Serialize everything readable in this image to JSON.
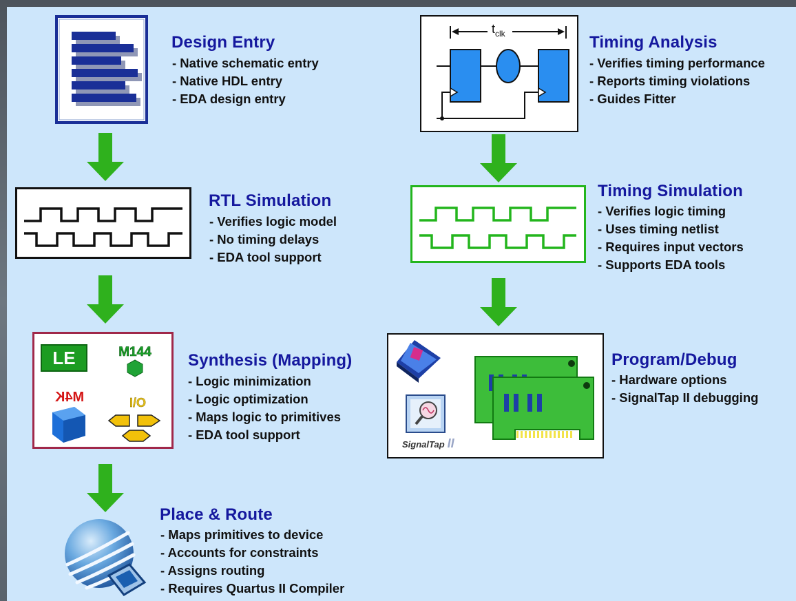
{
  "steps": {
    "design_entry": {
      "title": "Design Entry",
      "bullets": [
        "- Native schematic entry",
        "- Native HDL entry",
        "- EDA design entry"
      ]
    },
    "rtl_simulation": {
      "title": "RTL Simulation",
      "bullets": [
        "- Verifies logic model",
        "- No timing delays",
        "- EDA tool support"
      ]
    },
    "synthesis": {
      "title": "Synthesis (Mapping)",
      "bullets": [
        "- Logic minimization",
        "- Logic optimization",
        "- Maps logic to primitives",
        "- EDA tool support"
      ],
      "icon_labels": {
        "le": "LE",
        "m144": "M144",
        "m4k": "M4K",
        "io": "I/O"
      }
    },
    "place_route": {
      "title": "Place & Route",
      "bullets": [
        "- Maps primitives to device",
        "- Accounts for constraints",
        "- Assigns routing",
        "- Requires Quartus II Compiler"
      ]
    },
    "timing_analysis": {
      "title": "Timing Analysis",
      "bullets": [
        "- Verifies timing performance",
        "- Reports timing violations",
        "- Guides Fitter"
      ],
      "clock_label": "t",
      "clock_subscript": "clk"
    },
    "timing_simulation": {
      "title": "Timing Simulation",
      "bullets": [
        "- Verifies logic timing",
        "- Uses timing netlist",
        "- Requires input vectors",
        "- Supports EDA tools"
      ]
    },
    "program_debug": {
      "title": "Program/Debug",
      "bullets": [
        "- Hardware options",
        "- SignalTap II debugging"
      ],
      "signaltap_logo": "SignalTap",
      "signaltap_suffix": "II"
    }
  },
  "colors": {
    "background": "#cde6fb",
    "title": "#15189e",
    "arrow": "#2fb11d",
    "design_box": "#1a2f97",
    "waveform_box_green": "#23b51d",
    "synthesis_border": "#a0284a",
    "board_green": "#3dbd3a"
  },
  "icons": [
    "document-icon",
    "waveform-icon",
    "primitives-icon",
    "globe-chip-icon",
    "timing-circuit-icon",
    "green-waveform-icon",
    "chip-icon",
    "signaltap-icon",
    "board-icon"
  ]
}
